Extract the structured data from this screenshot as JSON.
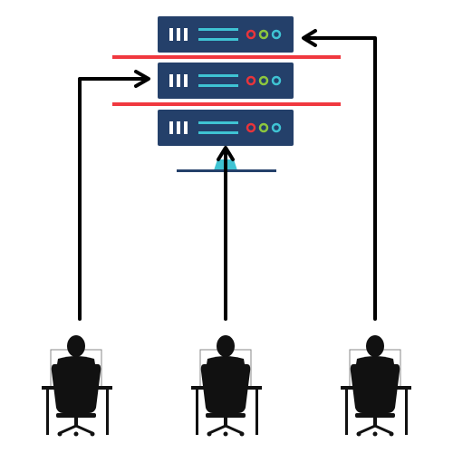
{
  "colors": {
    "server_body": "#24406a",
    "server_bar": "#ffffff",
    "server_line": "#3fc3d3",
    "led_red": "#e8343b",
    "led_green": "#8cc63e",
    "led_cyan": "#3fc3d3",
    "separator": "#f0383f",
    "stand": "#24406a",
    "stand_accent": "#3fc3d3",
    "arrow": "#000000",
    "person": "#111111"
  },
  "server": {
    "units": [
      {
        "name": "server-unit-top",
        "led_names": [
          "red-led-icon",
          "green-led-icon",
          "cyan-led-icon"
        ]
      },
      {
        "name": "server-unit-middle",
        "led_names": [
          "red-led-icon",
          "green-led-icon",
          "cyan-led-icon"
        ]
      },
      {
        "name": "server-unit-bottom",
        "led_names": [
          "red-led-icon",
          "green-led-icon",
          "cyan-led-icon"
        ]
      }
    ]
  },
  "users": [
    {
      "name": "user-workstation-left",
      "icon": "person-at-desk-icon"
    },
    {
      "name": "user-workstation-center",
      "icon": "person-at-desk-icon"
    },
    {
      "name": "user-workstation-right",
      "icon": "person-at-desk-icon"
    }
  ],
  "connections": [
    {
      "from": "user-workstation-left",
      "to": "server-unit-middle"
    },
    {
      "from": "user-workstation-center",
      "to": "server-unit-bottom"
    },
    {
      "from": "user-workstation-right",
      "to": "server-unit-top"
    }
  ]
}
